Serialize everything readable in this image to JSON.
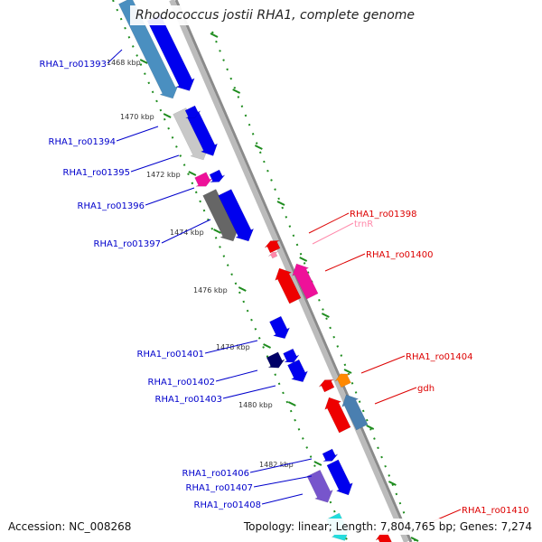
{
  "title": "Rhodococcus jostii RHA1, complete genome",
  "accession": "Accession: NC_008268",
  "summary": "Topology: linear; Length: 7,804,765 bp; Genes: 7,274",
  "colors": {
    "background": "#ffffff",
    "backbone": "#8a8a8a",
    "ruler": "#1e8c1e",
    "plus_label": "#0000cc",
    "minus_label": "#dd0000",
    "trna_label": "#ff88aa"
  },
  "scale_ticks": [
    "1468 kbp",
    "1470 kbp",
    "1472 kbp",
    "1474 kbp",
    "1476 kbp",
    "1478 kbp",
    "1480 kbp",
    "1482 kbp"
  ],
  "plus_genes": [
    {
      "name": "RHA1_ro01393",
      "color": "#4a8fc0"
    },
    {
      "name": "RHA1_ro01394",
      "color": "#c8c8c8"
    },
    {
      "name": "RHA1_ro01395",
      "color": "#ee1199"
    },
    {
      "name": "RHA1_ro01396",
      "color": "#666666"
    },
    {
      "name": "RHA1_ro01397",
      "color": "#0000ee"
    },
    {
      "name": "RHA1_ro01401",
      "color": "#0000ee"
    },
    {
      "name": "RHA1_ro01402",
      "color": "#000066"
    },
    {
      "name": "RHA1_ro01403",
      "color": "#0000ee"
    },
    {
      "name": "RHA1_ro01406",
      "color": "#0000ee"
    },
    {
      "name": "RHA1_ro01407",
      "color": "#7755cc"
    },
    {
      "name": "RHA1_ro01408",
      "color": "#22dddd"
    }
  ],
  "minus_genes": [
    {
      "name": "RHA1_ro01398",
      "color": "#ee0000"
    },
    {
      "name": "trnR",
      "color": "#ff88aa"
    },
    {
      "name": "RHA1_ro01400",
      "color": "#ee1199"
    },
    {
      "name": "RHA1_ro01404",
      "color": "#ff8800"
    },
    {
      "name": "gdh",
      "color": "#4a7fb0"
    },
    {
      "name": "RHA1_ro01410",
      "color": "#ee0000"
    }
  ]
}
